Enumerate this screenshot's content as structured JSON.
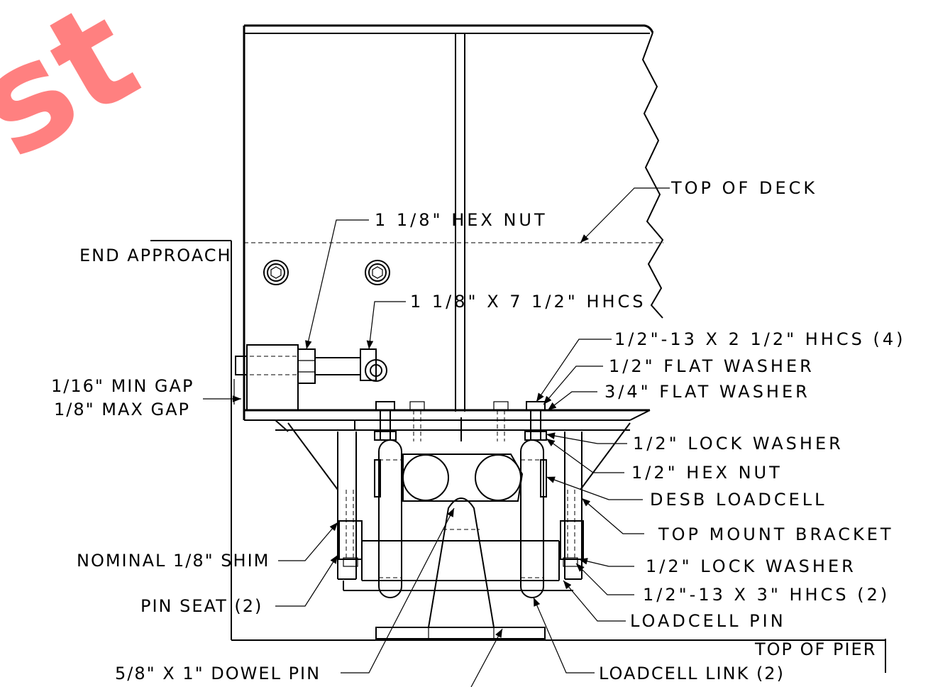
{
  "watermark": "st",
  "labels": {
    "top_of_deck": "TOP OF DECK",
    "hex_nut_1_1_8": "1 1/8\" HEX NUT",
    "end_approach": "END APPROACH",
    "hhcs_1_1_8": "1 1/8\" X 7 1/2\" HHCS",
    "hhcs_1_2_13_x_2_1_2": "1/2\"-13 X 2 1/2\" HHCS (4)",
    "flat_washer_1_2": "1/2\" FLAT WASHER",
    "flat_washer_3_4": "3/4\" FLAT WASHER",
    "min_gap": "1/16\" MIN GAP",
    "max_gap": "1/8\" MAX GAP",
    "lock_washer_top": "1/2\" LOCK WASHER",
    "hex_nut_1_2": "1/2\" HEX NUT",
    "desb_loadcell": "DESB LOADCELL",
    "top_mount_bracket": "TOP MOUNT BRACKET",
    "nominal_shim": "NOMINAL 1/8\" SHIM",
    "lock_washer_bottom": "1/2\" LOCK WASHER",
    "pin_seat": "PIN SEAT (2)",
    "hhcs_1_2_13_x_3": "1/2\"-13 X 3\" HHCS (2)",
    "loadcell_pin": "LOADCELL PIN",
    "top_of_pier": "TOP OF PIER",
    "dowel_pin": "5/8\" X 1\" DOWEL PIN",
    "loadcell_link": "LOADCELL LINK (2)"
  }
}
